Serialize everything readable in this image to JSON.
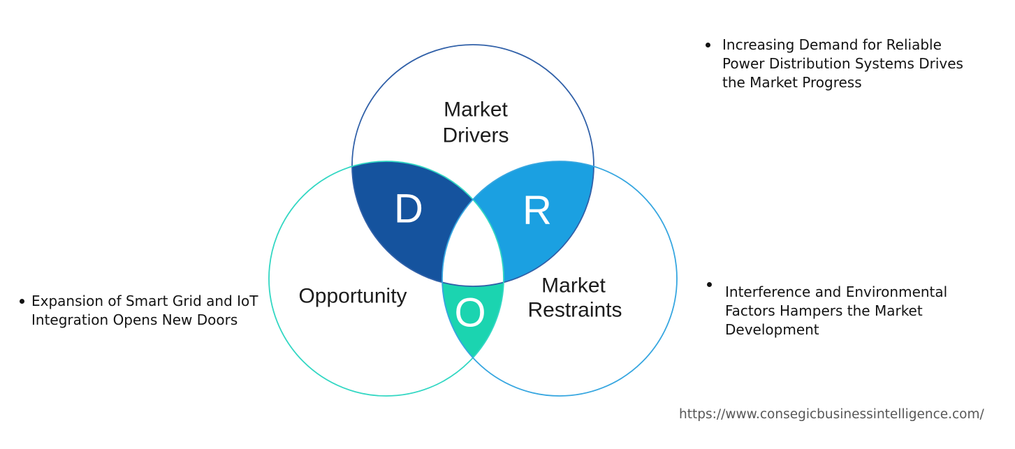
{
  "diagram": {
    "label_color": "#1c1c1c",
    "letter_color": "#ffffff",
    "circles": {
      "drivers": {
        "label_line1": "Market",
        "label_line2": "Drivers",
        "letter": "D",
        "stroke_color": "#3060a8",
        "overlap_color": "#15539e"
      },
      "opportunity": {
        "label": "Opportunity",
        "letter": "O",
        "stroke_color": "#32d7c3",
        "overlap_color": "#1bd4b0"
      },
      "restraints": {
        "label_line1": "Market",
        "label_line2": "Restraints",
        "letter": "R",
        "stroke_color": "#36a6e0",
        "overlap_color": "#1ba0e1"
      }
    }
  },
  "bullets": {
    "left": {
      "lines": [
        "Expansion of Smart Grid and IoT",
        "Integration Opens New Doors"
      ]
    },
    "top_right": {
      "lines": [
        "Increasing Demand for Reliable",
        "Power Distribution Systems Drives",
        "the Market Progress"
      ]
    },
    "bottom_right": {
      "lines": [
        "Interference and Environmental",
        "Factors Hampers the Market",
        "Development"
      ]
    }
  },
  "footer": {
    "url": "https://www.consegicbusinessintelligence.com/"
  }
}
